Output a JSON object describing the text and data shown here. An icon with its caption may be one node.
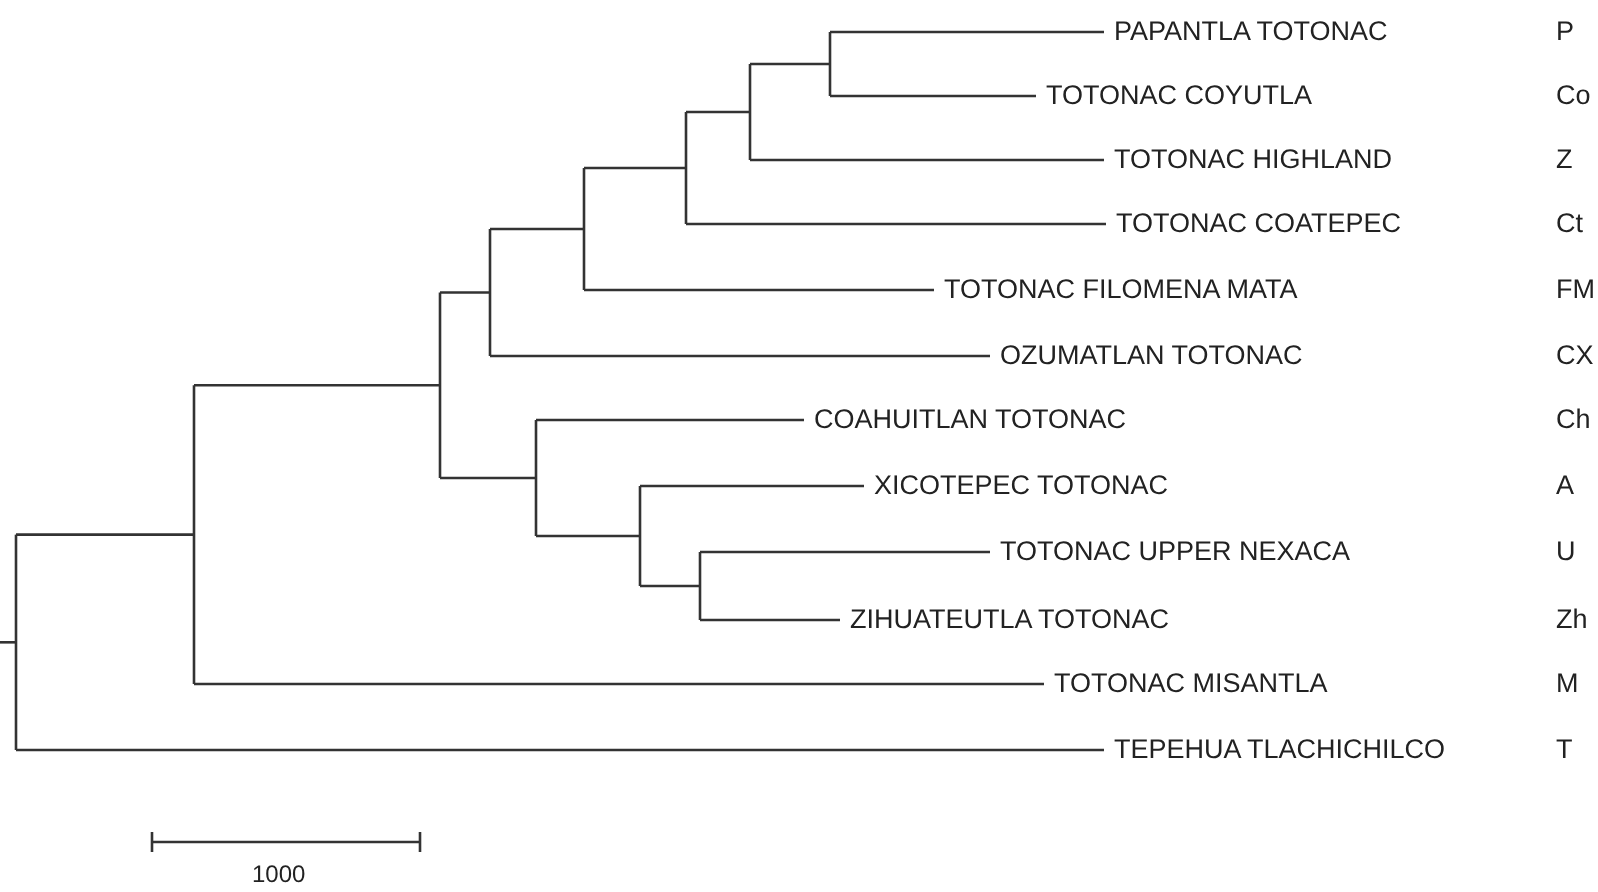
{
  "diagram": {
    "nodes": [
      {
        "text": [
          "PAPANTLA TOTONAC"
        ]
      },
      {
        "text": [
          "TOTONAC COYUTLA"
        ]
      },
      {
        "text": [
          "TOTONAC HIGHLAND"
        ]
      },
      {
        "text": [
          "TOTONAC COATEPEC"
        ]
      },
      {
        "text": [
          "TOTONAC FILOMENA MATA"
        ]
      },
      {
        "text": [
          "OZUMATLAN TOTONAC"
        ]
      },
      {
        "text": [
          "COAHUITLAN TOTONAC"
        ]
      },
      {
        "text": [
          "XICOTEPEC TOTONAC"
        ]
      },
      {
        "text": [
          "TOTONAC UPPER NEXACA"
        ]
      },
      {
        "text": [
          "ZIHUATEUTLA TOTONAC"
        ]
      },
      {
        "text": [
          "TOTONAC MISANTLA"
        ]
      },
      {
        "text": [
          "TEPEHUA TLACHICHILCO"
        ]
      }
    ],
    "labels": [
      "P",
      "Co",
      "Z",
      "Ct",
      "FM",
      "CX",
      "Ch",
      "A",
      "U",
      "Zh",
      "M",
      "T",
      "1000"
    ]
  }
}
